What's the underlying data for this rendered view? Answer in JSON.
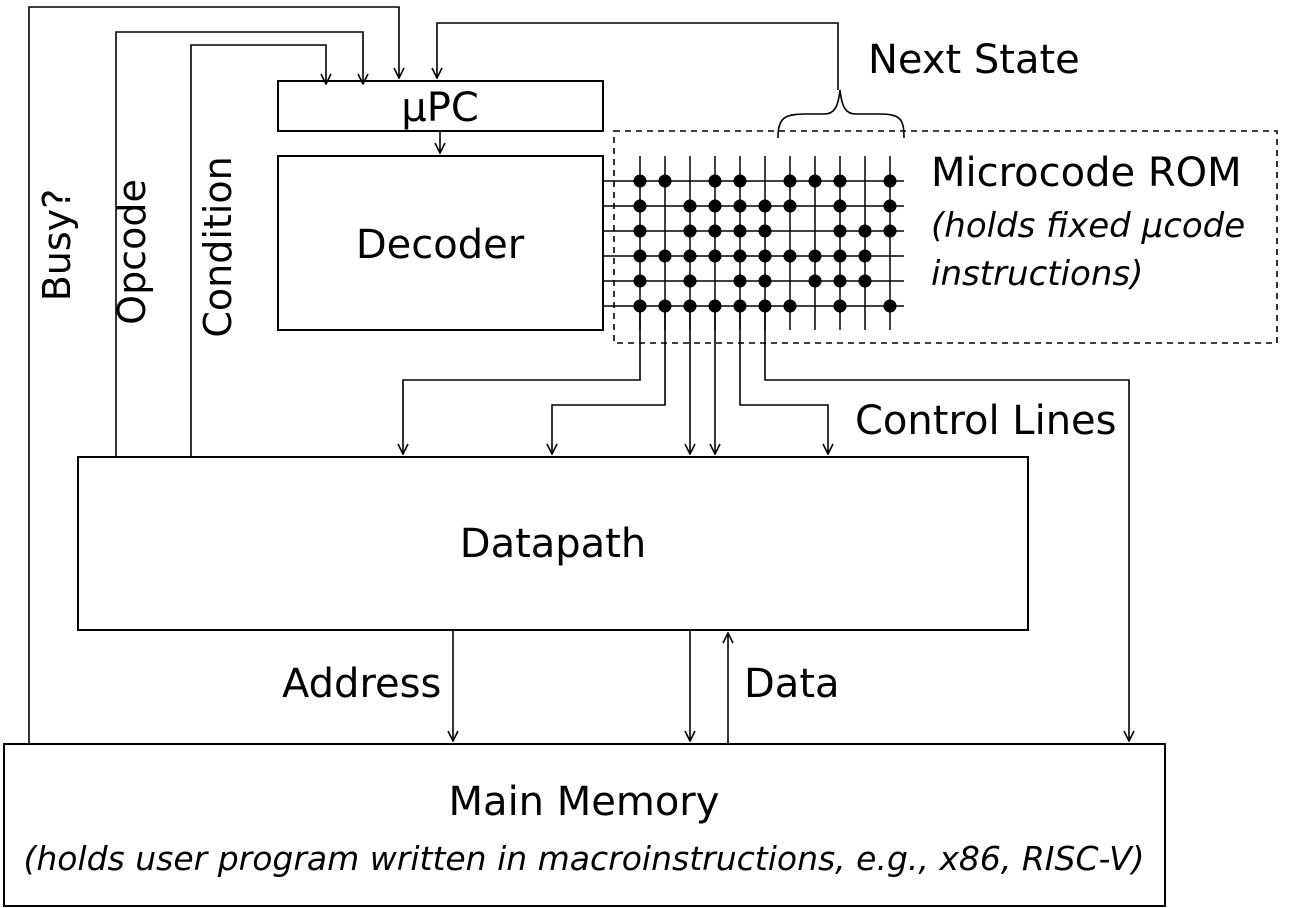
{
  "blocks": {
    "upc": "μPC",
    "decoder": "Decoder",
    "datapath": "Datapath",
    "main_memory": "Main Memory",
    "main_memory_note": "(holds user program written in macroinstructions, e.g., x86, RISC-V)",
    "microcode_rom": "Microcode ROM",
    "microcode_rom_note_line1": "(holds fixed μcode",
    "microcode_rom_note_line2": "instructions)"
  },
  "signals": {
    "busy": "Busy?",
    "opcode": "Opcode",
    "condition": "Condition",
    "next_state": "Next State",
    "control_lines": "Control Lines",
    "address": "Address",
    "data": "Data"
  },
  "rom_matrix": {
    "rows": 6,
    "columns": 11,
    "dots": [
      [
        1,
        1,
        0,
        1,
        1,
        0,
        1,
        1,
        1,
        0,
        1
      ],
      [
        1,
        0,
        1,
        1,
        1,
        1,
        1,
        0,
        1,
        0,
        1
      ],
      [
        1,
        0,
        1,
        1,
        1,
        1,
        0,
        0,
        1,
        1,
        1
      ],
      [
        1,
        1,
        1,
        1,
        1,
        1,
        1,
        1,
        1,
        1,
        0
      ],
      [
        1,
        0,
        1,
        0,
        1,
        1,
        0,
        1,
        1,
        1,
        0
      ],
      [
        1,
        1,
        1,
        1,
        1,
        1,
        1,
        0,
        1,
        0,
        1
      ]
    ]
  }
}
